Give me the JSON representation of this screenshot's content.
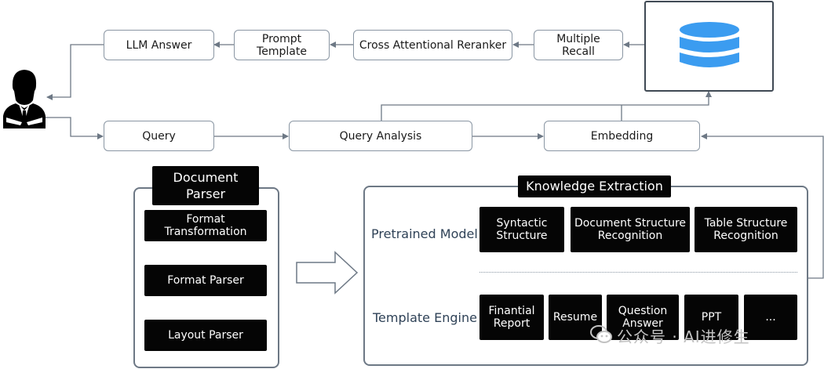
{
  "top_row": {
    "llm_answer": "LLM Answer",
    "prompt_template_l1": "Prompt",
    "prompt_template_l2": "Template",
    "reranker": "Cross Attentional Reranker",
    "recall_l1": "Multiple",
    "recall_l2": "Recall"
  },
  "mid_row": {
    "query": "Query",
    "query_analysis": "Query Analysis",
    "embedding": "Embedding"
  },
  "document_parser": {
    "title_l1": "Document",
    "title_l2": "Parser",
    "items": [
      {
        "l1": "Format",
        "l2": "Transformation"
      },
      {
        "l1": "Format Parser",
        "l2": ""
      },
      {
        "l1": "Layout Parser",
        "l2": ""
      }
    ]
  },
  "knowledge_extraction": {
    "title": "Knowledge Extraction",
    "pretrained_label": "Pretrained Model",
    "template_label": "Template Engine",
    "pretrained_items": [
      {
        "l1": "Syntactic",
        "l2": "Structure"
      },
      {
        "l1": "Document Structure",
        "l2": "Recognition"
      },
      {
        "l1": "Table Structure",
        "l2": "Recognition"
      }
    ],
    "template_items": [
      {
        "l1": "Finantial",
        "l2": "Report"
      },
      {
        "l1": "Resume",
        "l2": ""
      },
      {
        "l1": "Question",
        "l2": "Answer"
      },
      {
        "l1": "PPT",
        "l2": ""
      },
      {
        "l1": "...",
        "l2": ""
      }
    ]
  },
  "watermark": "公众号 · AI进修生",
  "colors": {
    "line": "#6d7885",
    "database": "#3b9cf0",
    "dark_box": "#050505"
  },
  "icons": {
    "user": "user-icon",
    "database": "database-icon",
    "arrow": "block-arrow-icon"
  }
}
